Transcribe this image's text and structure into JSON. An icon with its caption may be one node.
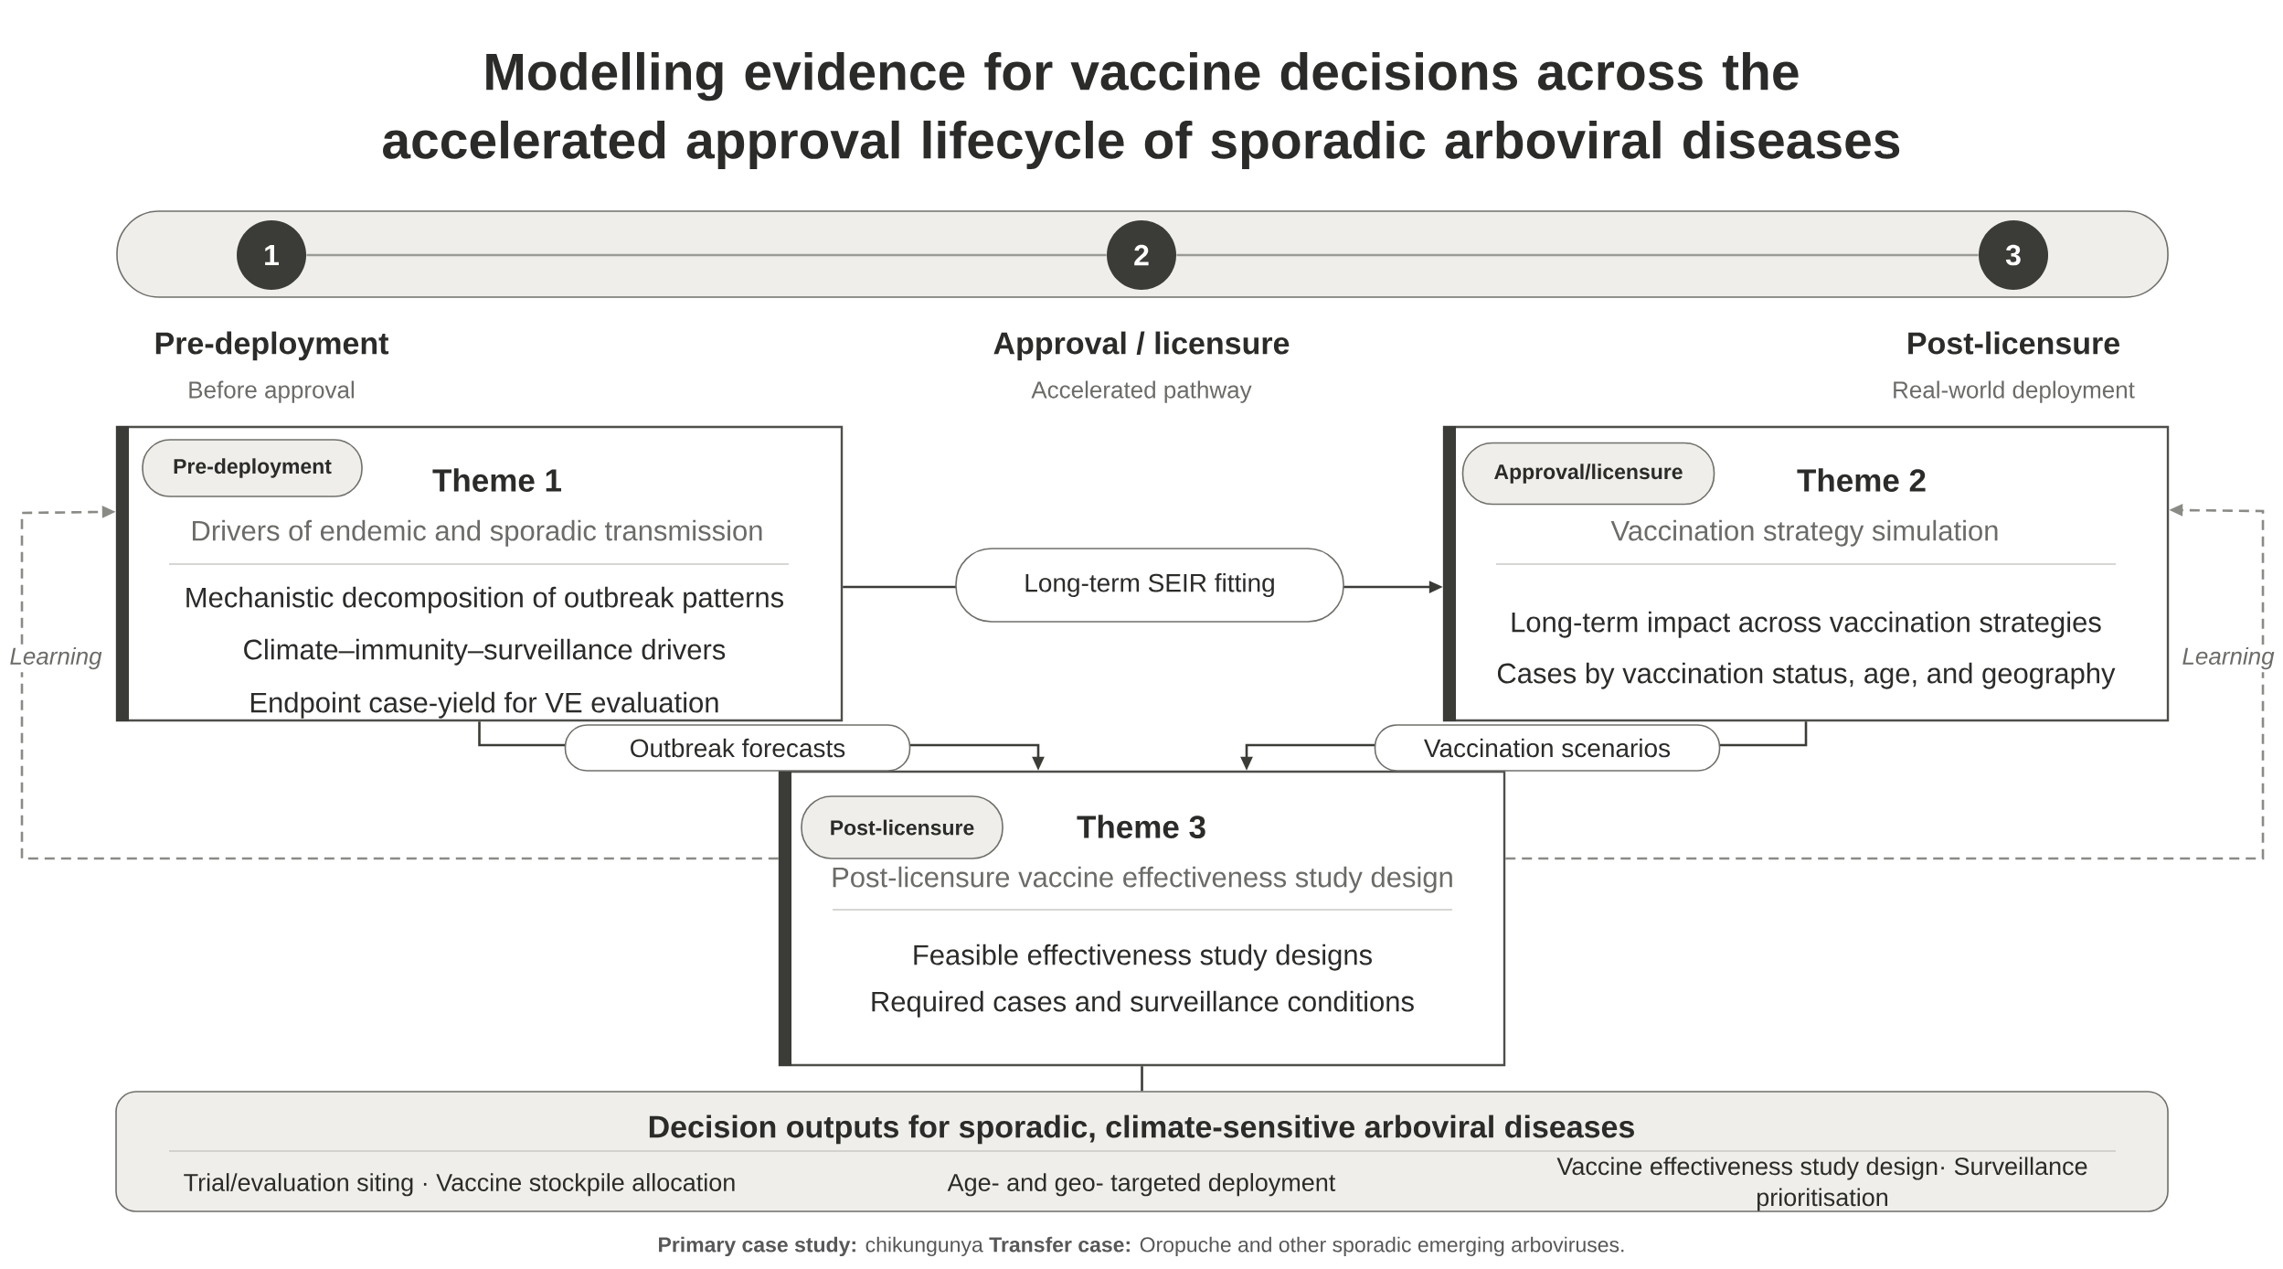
{
  "diagram": {
    "title": "Modelling evidence for vaccine decisions across the accelerated approval lifecycle of sporadic arboviral diseases",
    "nodes": [
      {
        "text": [],
        "shape": "box"
      },
      {
        "text": [
          "1"
        ],
        "in": 0,
        "beside": [
          "Pre-deployment",
          "Before approval"
        ]
      },
      {
        "text": [
          "2"
        ],
        "in": 0,
        "beside": [
          "Approval / licensure",
          "Accelerated pathway"
        ]
      },
      {
        "text": [
          "3"
        ],
        "in": 0,
        "beside": [
          "Post-licensure",
          "Real-world deployment"
        ]
      },
      {
        "text": [
          "Theme 1",
          "Drivers of endemic and sporadic transmission",
          "Mechanistic decomposition of outbreak patterns",
          "Climate–immunity–surveillance drivers",
          "Endpoint case-yield for VE evaluation"
        ]
      },
      {
        "text": [
          "Pre-deployment"
        ],
        "in": 4
      },
      {
        "text": [
          "Theme 2",
          "Vaccination strategy simulation",
          "Long-term impact across vaccination strategies",
          "Cases by vaccination status, age, and geography"
        ]
      },
      {
        "text": [
          "Approval/licensure"
        ],
        "in": 6
      },
      {
        "text": [
          "Theme 3",
          "Post-licensure vaccine effectiveness study design",
          "Feasible effectiveness study designs",
          "Required cases and surveillance conditions"
        ]
      },
      {
        "text": [
          "Post-licensure"
        ],
        "in": 8
      },
      {
        "text": [
          "Decision outputs for sporadic, climate-sensitive arboviral diseases",
          "Trial/evaluation siting · Vaccine stockpile allocation",
          "Age- and geo- targeted deployment",
          "Vaccine effectiveness study design· Surveillance prioritisation"
        ]
      }
    ],
    "edges": [
      {
        "from": 1,
        "to": 2,
        "arrow": "none",
        "color": "#9a9a96"
      },
      {
        "from": 2,
        "to": 3,
        "arrow": "none",
        "color": "#9a9a96"
      },
      {
        "from": 4,
        "to": 6,
        "arrow": "to",
        "label": "Long-term SEIR fitting"
      },
      {
        "from": 4,
        "to": 8,
        "arrow": "to",
        "label": "Outbreak forecasts"
      },
      {
        "from": 6,
        "to": 8,
        "arrow": "to",
        "label": "Vaccination scenarios"
      },
      {
        "from": 8,
        "to": 4,
        "arrow": "to",
        "label": "Learning",
        "style": "dashed",
        "color": "#8a8a86"
      },
      {
        "from": 8,
        "to": 6,
        "arrow": "to",
        "label": "Learning",
        "style": "dashed",
        "color": "#8a8a86"
      },
      {
        "from": 8,
        "to": 10,
        "arrow": "none"
      }
    ],
    "caption": "**Primary case study:** chikungunya **Transfer case:** Oropuche and other sporadic emerging arboviruses."
  }
}
